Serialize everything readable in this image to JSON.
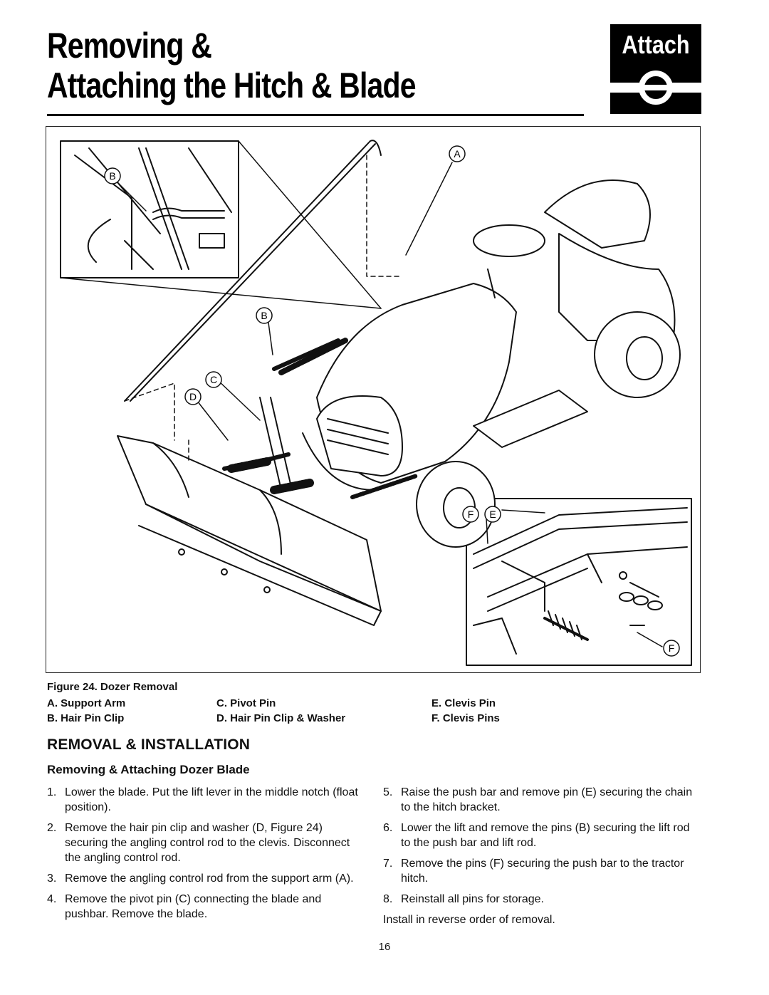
{
  "header": {
    "title_line1": "Removing &",
    "title_line2": "Attaching the Hitch & Blade",
    "badge_label": "Attach"
  },
  "figure": {
    "callouts": {
      "a": "A",
      "b1": "B",
      "b2": "B",
      "c": "C",
      "d": "D",
      "e": "E",
      "f1": "F",
      "f2": "F"
    },
    "caption": "Figure 24. Dozer Removal",
    "legend": [
      "A. Support Arm",
      "B. Hair Pin Clip",
      "C. Pivot Pin",
      "D. Hair Pin Clip & Washer",
      "E. Clevis Pin",
      "F. Clevis Pins"
    ]
  },
  "section": {
    "title": "REMOVAL & INSTALLATION",
    "subtitle": "Removing & Attaching Dozer Blade",
    "steps": [
      {
        "num": "1.",
        "text": "Lower the blade.  Put the lift lever in the middle notch (float position)."
      },
      {
        "num": "2.",
        "text": "Remove the hair pin clip and washer (D, Figure 24) securing the angling control rod to the clevis. Disconnect the angling control rod."
      },
      {
        "num": "3.",
        "text": "Remove the angling control rod from the support arm (A)."
      },
      {
        "num": "4.",
        "text": "Remove the pivot pin (C) connecting the blade and pushbar.  Remove the blade."
      },
      {
        "num": "5.",
        "text": "Raise the push bar and remove pin (E) securing the chain to the hitch bracket."
      },
      {
        "num": "6.",
        "text": "Lower the lift and remove the pins (B) securing the lift rod to the push bar and lift rod."
      },
      {
        "num": "7.",
        "text": "Remove the pins (F) securing the push bar to the tractor hitch."
      },
      {
        "num": "8.",
        "text": "Reinstall all pins for storage."
      }
    ],
    "note": "Install in reverse order of removal."
  },
  "page_number": "16"
}
